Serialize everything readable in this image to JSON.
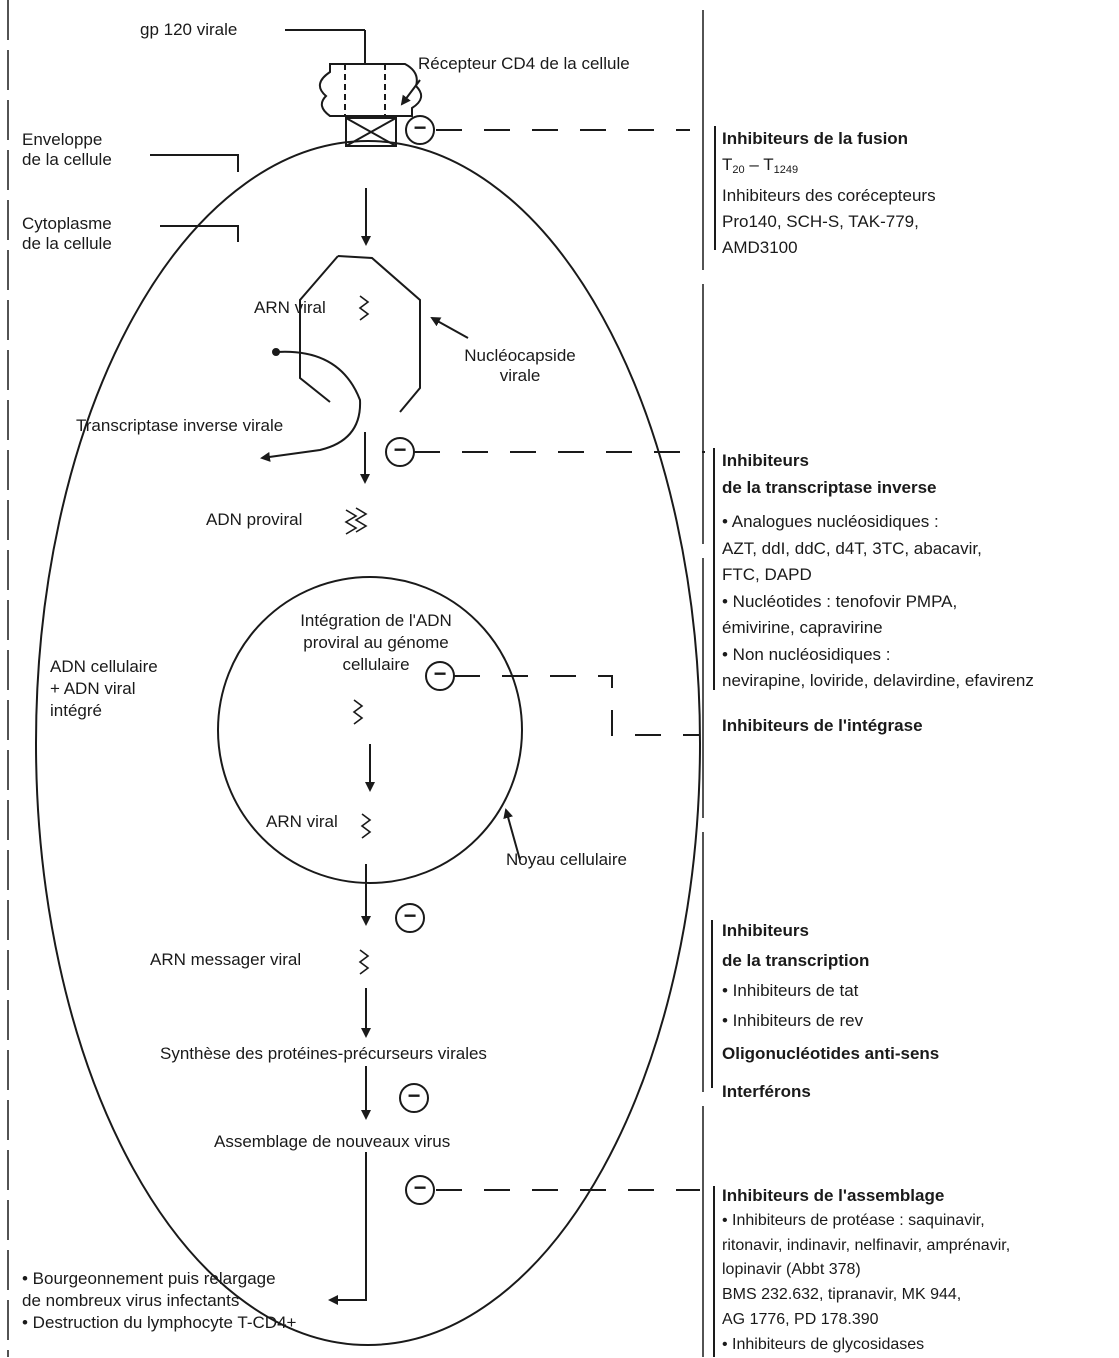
{
  "left": {
    "gp120": "gp 120 virale",
    "cd4_receptor": "Récepteur CD4 de la cellule",
    "envelope": [
      "Enveloppe",
      "de la cellule"
    ],
    "cytoplasm": [
      "Cytoplasme",
      "de la cellule"
    ],
    "arn_viral_1": "ARN viral",
    "nucleocapsid": [
      "Nucléocapside",
      "virale"
    ],
    "reverse_transcriptase": "Transcriptase inverse virale",
    "adn_proviral": "ADN proviral",
    "integration": [
      "Intégration de l'ADN",
      "proviral au génome",
      "cellulaire"
    ],
    "adn_cellulaire": [
      "ADN cellulaire",
      "+ ADN viral",
      "intégré"
    ],
    "arn_viral_2": "ARN viral",
    "noyau": "Noyau cellulaire",
    "arn_messager": "ARN messager viral",
    "synthese": "Synthèse des protéines-précurseurs virales",
    "assemblage": "Assemblage de nouveaux virus",
    "budding": [
      "• Bourgeonnement puis relargage",
      "de nombreux virus infectants",
      "• Destruction du lymphocyte T-CD4+"
    ]
  },
  "inhibitor_symbol": "−",
  "right": {
    "fusion": {
      "title": "Inhibiteurs de la fusion",
      "t20": "T",
      "t20_sub": "20",
      "t_dash": " – T",
      "t1249_sub": "1249",
      "lines": [
        "Inhibiteurs des corécepteurs",
        "Pro140, SCH-S, TAK-779,",
        "AMD3100"
      ]
    },
    "rt": {
      "title": [
        "Inhibiteurs",
        "de la transcriptase inverse"
      ],
      "lines": [
        "• Analogues nucléosidiques :",
        "AZT, ddI, ddC, d4T, 3TC, abacavir,",
        "FTC, DAPD",
        "• Nucléotides : tenofovir PMPA,",
        "émivirine, capravirine",
        "• Non nucléosidiques :",
        "nevirapine, loviride, delavirdine, efavirenz"
      ]
    },
    "integrase": "Inhibiteurs de l'intégrase",
    "transcription": {
      "title": [
        "Inhibiteurs",
        "de la transcription"
      ],
      "lines": [
        "• Inhibiteurs de tat",
        "• Inhibiteurs de rev"
      ]
    },
    "antisense": "Oligonucléotides anti-sens",
    "interferons": "Interférons",
    "assembly": {
      "title": "Inhibiteurs de l'assemblage",
      "lines": [
        "• Inhibiteurs de protéase : saquinavir,",
        "ritonavir, indinavir, nelfinavir, amprénavir,",
        "lopinavir (Abbt 378)",
        "BMS 232.632, tipranavir, MK 944,",
        "AG 1776, PD 178.390",
        "• Inhibiteurs de glycosidases"
      ]
    }
  }
}
